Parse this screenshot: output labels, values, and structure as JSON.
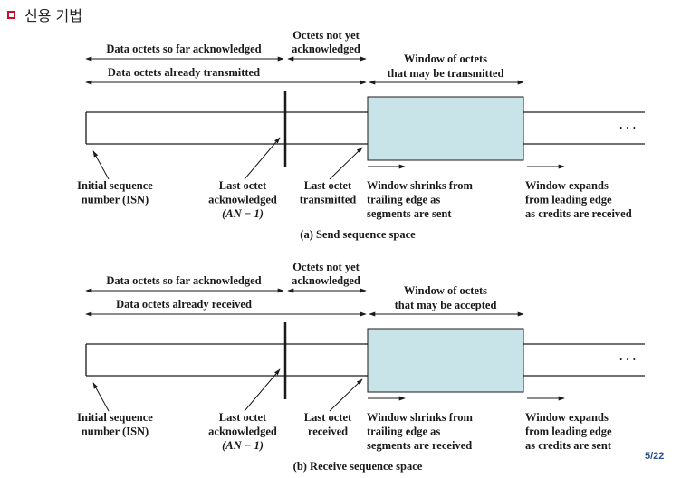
{
  "heading": "신용 기법",
  "page_number": "5/22",
  "diagrams": [
    {
      "caption": "(a) Send sequence space",
      "top_labels": {
        "acked": "Data octets so far acknowledged",
        "not_acked": [
          "Octets not yet",
          "acknowledged"
        ],
        "transmitted": "Data octets already transmitted",
        "window": [
          "Window of octets",
          "that may be transmitted"
        ]
      },
      "ellipsis": "· · ·",
      "bottom_labels": {
        "isn": [
          "Initial sequence",
          "number (ISN)"
        ],
        "last_acked": [
          "Last octet",
          "acknowledged",
          "(AN − 1)"
        ],
        "last_sent": [
          "Last octet",
          "transmitted"
        ],
        "shrinks": [
          "Window shrinks from",
          "trailing edge as",
          "segments are sent"
        ],
        "expands": [
          "Window expands",
          "from leading edge",
          "as credits are received"
        ]
      }
    },
    {
      "caption": "(b) Receive sequence space",
      "top_labels": {
        "acked": "Data octets so far acknowledged",
        "not_acked": [
          "Octets not yet",
          "acknowledged"
        ],
        "transmitted": "Data octets already received",
        "window": [
          "Window of octets",
          "that may be accepted"
        ]
      },
      "ellipsis": "· · ·",
      "bottom_labels": {
        "isn": [
          "Initial sequence",
          "number (ISN)"
        ],
        "last_acked": [
          "Last octet",
          "acknowledged",
          "(AN − 1)"
        ],
        "last_sent": [
          "Last octet",
          "received"
        ],
        "shrinks": [
          "Window shrinks from",
          "trailing edge as",
          "segments are received"
        ],
        "expands": [
          "Window expands",
          "from leading edge",
          "as credits are sent"
        ]
      }
    }
  ],
  "colors": {
    "window_fill": "#c9e4e8",
    "bullet": "#c8102e",
    "page_number": "#2a5289"
  }
}
